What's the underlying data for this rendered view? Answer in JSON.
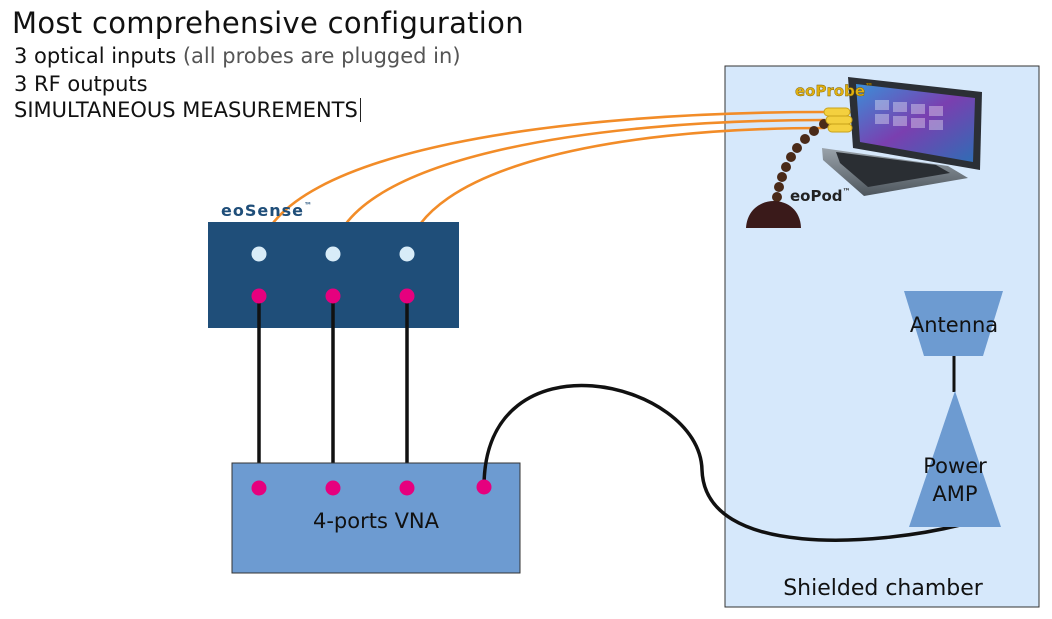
{
  "header": {
    "title": "Most comprehensive configuration",
    "line1_main": "3 optical inputs",
    "line1_note": "(all probes are plugged in)",
    "line2": "3 RF outputs",
    "line3": "SIMULTANEOUS MEASUREMENTS"
  },
  "eosense": {
    "brand": "eoSense",
    "tm": "™"
  },
  "vna": {
    "label": "4-ports VNA"
  },
  "chamber": {
    "label": "Shielded chamber"
  },
  "antenna": {
    "label": "Antenna"
  },
  "amp": {
    "line1": "Power",
    "line2": "AMP"
  },
  "eoprobe": {
    "brand": "eoProbe",
    "tm": "™"
  },
  "eopod": {
    "brand": "eoPod",
    "tm": "™"
  },
  "colors": {
    "eosense_box": "#1f4e79",
    "vna_box": "#6d9bd1",
    "chamber_fill": "#d6e8fb",
    "fiber": "#f28c28",
    "rf_port": "#e6007e",
    "optical_port": "#d8ecf8",
    "probe": "#f4d03f",
    "pod_base": "#3a1a1a",
    "antenna_fill": "#6d9bd1"
  }
}
